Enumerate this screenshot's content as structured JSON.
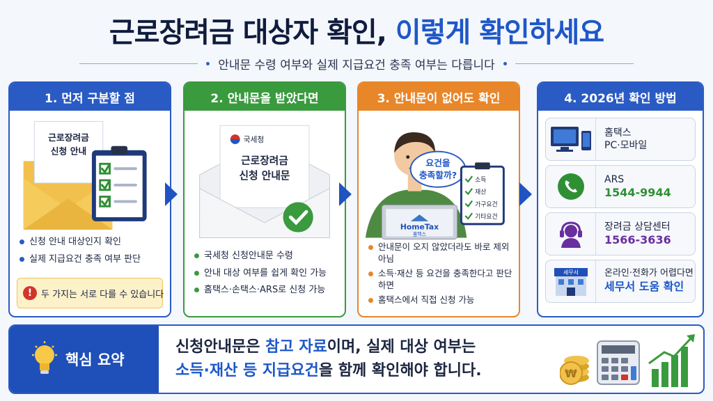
{
  "header": {
    "title_part1": "근로장려금 대상자 확인,",
    "title_part2": "이렇게 확인하세요",
    "subtitle": "안내문 수령 여부와 실제 지급요건 충족 여부는 다릅니다"
  },
  "panels": [
    {
      "heading": "1. 먼저 구분할 점",
      "doc_line1": "근로장려금",
      "doc_line2": "신청 안내",
      "bullets": [
        "신청 안내 대상인지 확인",
        "실제 지급요건 충족 여부 판단"
      ],
      "warning": "두 가지는 서로 다를 수 있습니다",
      "warning_icon": "!"
    },
    {
      "heading": "2. 안내문을 받았다면",
      "agency": "국세청",
      "doc_line1": "근로장려금",
      "doc_line2": "신청 안내문",
      "bullets": [
        "국세청 신청안내문 수령",
        "안내 대상 여부를 쉽게 확인 가능",
        "홈택스·손택스·ARS로 신청 가능"
      ]
    },
    {
      "heading": "3. 안내문이 없어도 확인",
      "bubble_line1": "요건을",
      "bubble_line2": "충족할까?",
      "checklist": [
        "소득",
        "재산",
        "가구요건",
        "기타요건"
      ],
      "laptop_brand": "HomeTax",
      "laptop_brand_sub": "홈택스",
      "bullets": [
        "안내문이 오지 않았더라도 바로 제외 아님",
        "소득·재산 등 요건을 충족한다고 판단하면",
        "홈택스에서 직접 신청 가능"
      ]
    },
    {
      "heading": "4. 2026년 확인 방법",
      "contacts": [
        {
          "line1": "홈택스",
          "line2": "PC·모바일",
          "icon": "pc-mobile-icon"
        },
        {
          "line1": "ARS",
          "line2": "1544-9944",
          "icon": "phone-icon",
          "color": "#2f8f35"
        },
        {
          "line1": "장려금 상담센터",
          "line2": "1566-3636",
          "icon": "headset-icon",
          "color": "#6a2f9e"
        },
        {
          "line1": "온라인·전화가 어렵다면",
          "line2": "세무서 도움 확인",
          "icon": "tax-office-icon",
          "color": "#1e57c8",
          "building_label": "세무서"
        }
      ]
    }
  ],
  "summary": {
    "label": "핵심 요약",
    "l1_a": "신청안내문은 ",
    "l1_b": "참고 자료",
    "l1_c": "이며, 실제 대상 여부는",
    "l2_a": "소득·재산 등 지급요건",
    "l2_b": "을 함께 확인해야 합니다."
  },
  "colors": {
    "blue": "#2a5bc4",
    "green": "#3a9a3e",
    "orange": "#e8862a",
    "purple": "#6a2f9e"
  }
}
